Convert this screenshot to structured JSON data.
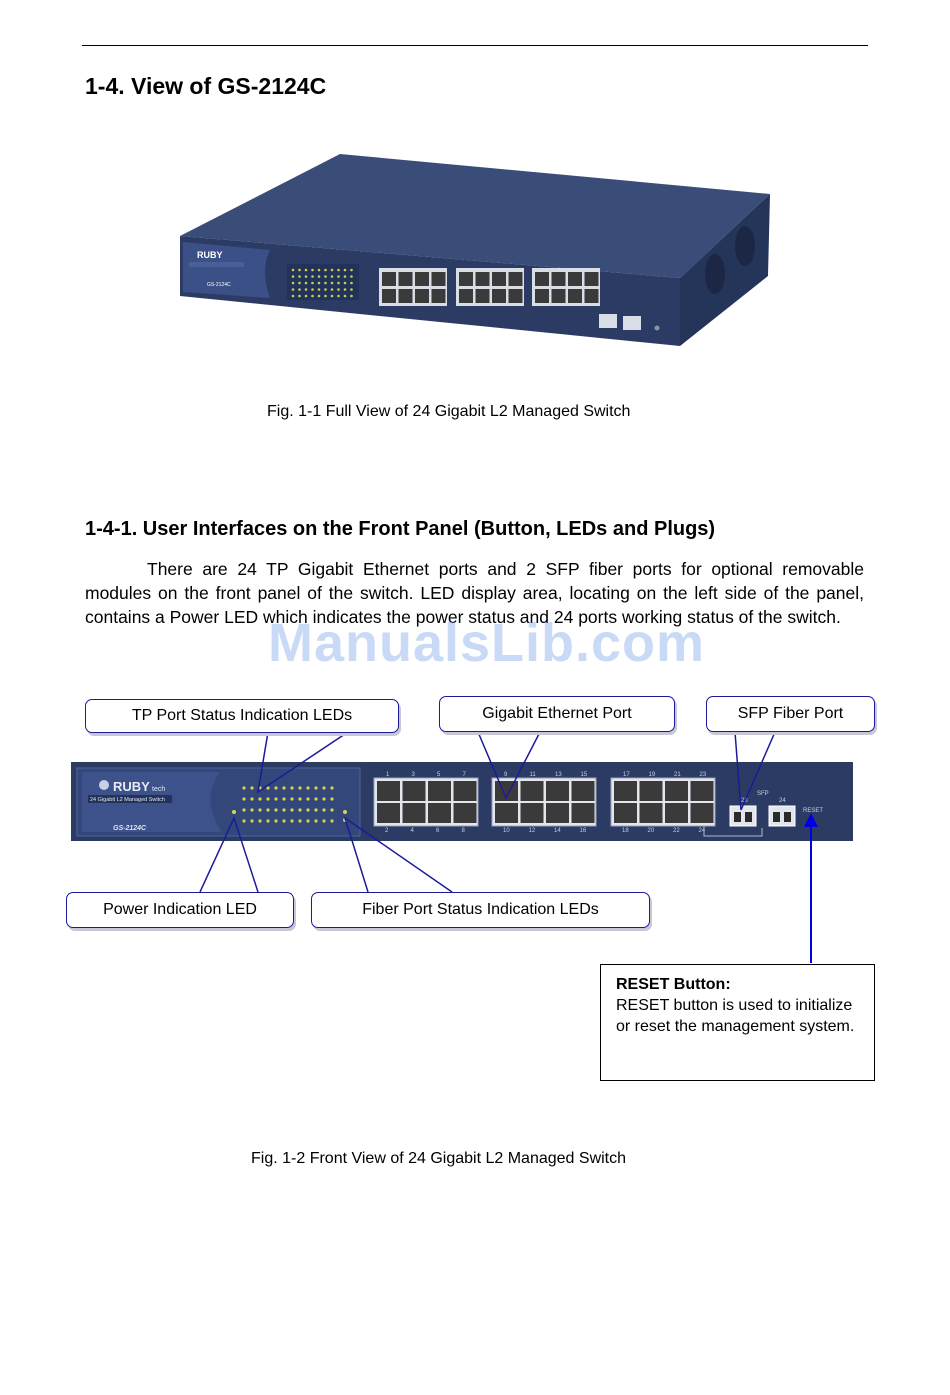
{
  "section": {
    "title": "1-4. View of GS-2124C"
  },
  "figure1": {
    "caption": "Fig. 1-1 Full View of 24 Gigabit L2 Managed Switch"
  },
  "subsection": {
    "title": "1-4-1. User Interfaces on the Front Panel (Button, LEDs and Plugs)"
  },
  "body_text": "There are 24 TP Gigabit Ethernet ports and 2 SFP fiber ports for optional removable modules on the front panel of the switch. LED display area, locating on the left side of the panel, contains a Power LED  which indicates the power status and 24 ports working status of the switch.",
  "watermark": "ManualsLib.com",
  "device": {
    "brand": "RUBY",
    "brand_suffix": "tech",
    "product_line": "24 Gigabit L2 Managed Switch",
    "model": "GS-2124C",
    "sfp_label": "SFP",
    "reset_label": "RESET",
    "port_numbers_top": [
      "1",
      "3",
      "5",
      "7",
      "9",
      "11",
      "13",
      "15",
      "17",
      "19",
      "21",
      "23"
    ],
    "port_numbers_bottom": [
      "2",
      "4",
      "6",
      "8",
      "10",
      "12",
      "14",
      "16",
      "18",
      "20",
      "22",
      "24"
    ],
    "sfp_numbers": [
      "23",
      "24"
    ]
  },
  "callouts": {
    "tp_leds": "TP Port Status Indication LEDs",
    "gigabit_port": "Gigabit Ethernet Port",
    "sfp_port": "SFP Fiber Port",
    "power_led": "Power Indication LED",
    "fiber_leds": "Fiber Port Status Indication LEDs"
  },
  "reset_info": {
    "title": "RESET Button:",
    "text": "RESET button is used to initialize or reset the management system."
  },
  "figure2": {
    "caption": "Fig. 1-2 Front View of 24 Gigabit L2 Managed Switch"
  },
  "colors": {
    "chassis": "#2b3b63",
    "chassis_top": "#3a4c78",
    "callout_border": "#1b1b9a",
    "arrow": "#0000e0"
  }
}
